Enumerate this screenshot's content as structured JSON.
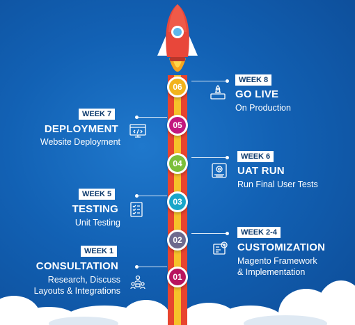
{
  "steps": [
    {
      "num": "06",
      "week": "WEEK 8",
      "title": "GO LIVE",
      "subtitle": [
        "On Production"
      ],
      "color": "#f2b31c",
      "icon": "rocket-launch-icon"
    },
    {
      "num": "05",
      "week": "WEEK 7",
      "title": "DEPLOYMENT",
      "subtitle": [
        "Website Deployment"
      ],
      "color": "#c2177f",
      "icon": "browser-code-icon"
    },
    {
      "num": "04",
      "week": "WEEK 6",
      "title": "UAT RUN",
      "subtitle": [
        "Run Final User Tests"
      ],
      "color": "#7bbf3a",
      "icon": "gear-test-icon"
    },
    {
      "num": "03",
      "week": "WEEK 5",
      "title": "TESTING",
      "subtitle": [
        "Unit Testing"
      ],
      "color": "#1aa6c9",
      "icon": "checklist-icon"
    },
    {
      "num": "02",
      "week": "WEEK 2-4",
      "title": "CUSTOMIZATION",
      "subtitle": [
        "Magento Framework",
        "& Implementation"
      ],
      "color": "#6e6a8e",
      "icon": "circuit-gear-icon"
    },
    {
      "num": "01",
      "week": "WEEK 1",
      "title": "CONSULTATION",
      "subtitle": [
        "Research, Discuss",
        "Layouts & Integrations"
      ],
      "color": "#b8145e",
      "icon": "meeting-people-icon"
    }
  ]
}
